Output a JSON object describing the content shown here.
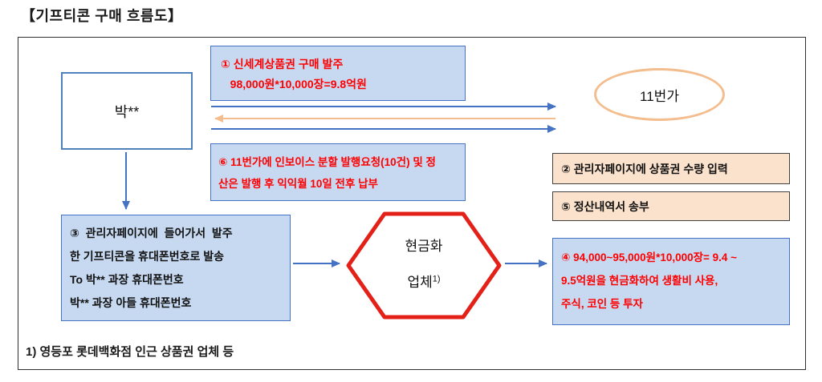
{
  "page": {
    "title": "【기프티콘 구매 흐름도】",
    "footnote": "1) 영등포 롯데백화점 인근 상품권 업체 등"
  },
  "nodes": {
    "buyer": {
      "label": "박**"
    },
    "marketplace": {
      "label": "11번가"
    },
    "step1": {
      "text": "① 신세계상품권 구매 발주\n   98,000원*10,000장=9.8억원"
    },
    "step6": {
      "text": "⑥ 11번가에 인보이스 분할 발행요청(10건) 및 정\n산은 발행 후 익익월 10일 전후 납부"
    },
    "step2": {
      "text": "② 관리자페이지에 상품권 수량 입력"
    },
    "step5": {
      "text": "⑤ 정산내역서 송부"
    },
    "step3": {
      "text": "③  관리자페이지에  들어가서  발주\n한 기프티콘을 휴대폰번호로 발송\nTo 박** 과장 휴대폰번호\n박** 과장 아들 휴대폰번호"
    },
    "step4": {
      "text": "④ 94,000~95,000원*10,000장= 9.4 ~\n9.5억원을 현금화하여 생활비 사용,\n주식, 코인 등 투자"
    },
    "cash_company": {
      "line1": "현금화",
      "line2": "업체",
      "footnote_marker": "1)"
    }
  },
  "colors": {
    "light_blue_fill": "#c6d9f1",
    "peach_fill": "#fbe2cd",
    "blue_border": "#4472c4",
    "red_text": "#ff0000",
    "orange_accent": "#f3bd8e",
    "hexagon_border": "#e32119"
  }
}
